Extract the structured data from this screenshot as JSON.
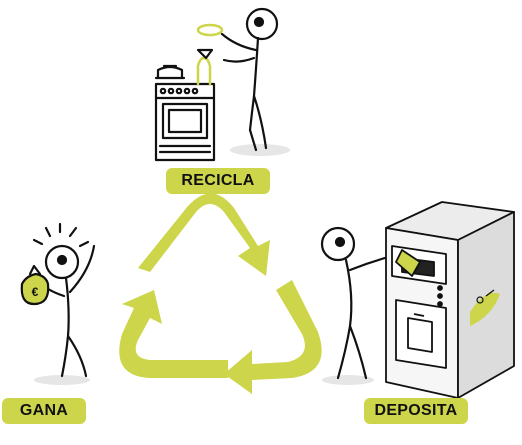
{
  "colors": {
    "accent": "#cdd54a",
    "ink": "#111111",
    "machine_side": "#dcdcdc",
    "machine_front": "#f4f4f4"
  },
  "steps": {
    "recicla": {
      "label": "RECICLA"
    },
    "gana": {
      "label": "GANA"
    },
    "deposita": {
      "label": "DEPOSITA"
    }
  },
  "icons": {
    "cycle": "recycle-arrows-icon",
    "money": "euro-money-bag-icon"
  },
  "money_bag_symbol": "€"
}
